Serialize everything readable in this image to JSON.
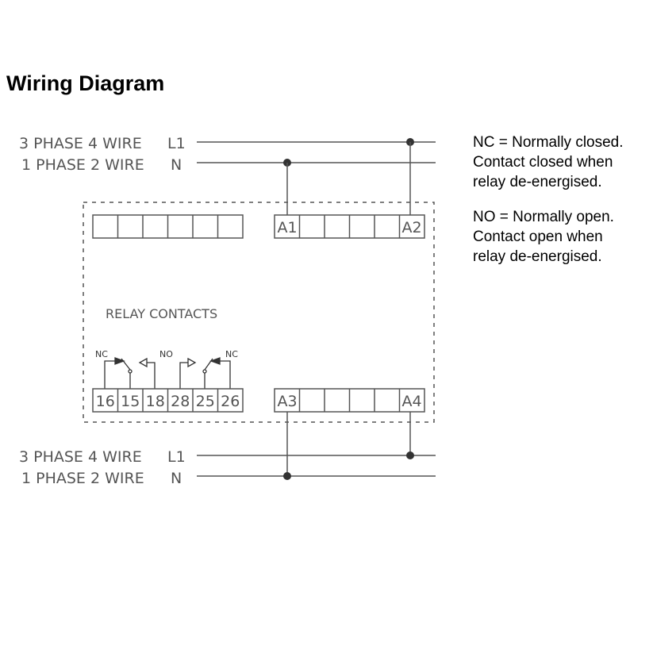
{
  "title": "Wiring Diagram",
  "notes": {
    "nc": [
      "NC = Normally closed.",
      "Contact closed when",
      "relay de-energised."
    ],
    "no": [
      "NO = Normally open.",
      "Contact open when",
      "relay de-energised."
    ]
  },
  "supply_top": {
    "line1_label": "3 PHASE 4 WIRE",
    "line1_terminal": "L1",
    "line2_label": "1 PHASE 2 WIRE",
    "line2_terminal": "N"
  },
  "supply_bottom": {
    "line1_label": "3 PHASE 4 WIRE",
    "line1_terminal": "L1",
    "line2_label": "1 PHASE 2 WIRE",
    "line2_terminal": "N"
  },
  "module": {
    "relay_contacts_label": "RELAY  CONTACTS",
    "terminals_top_right": [
      "A1",
      "A2"
    ],
    "terminals_bottom_right": [
      "A3",
      "A4"
    ],
    "relay_terminals": [
      "16",
      "15",
      "18",
      "28",
      "25",
      "26"
    ],
    "contact_labels": [
      "NC",
      "NO",
      "NC"
    ]
  },
  "colors": {
    "line": "#555555",
    "dot": "#333333",
    "text": "#000000"
  }
}
